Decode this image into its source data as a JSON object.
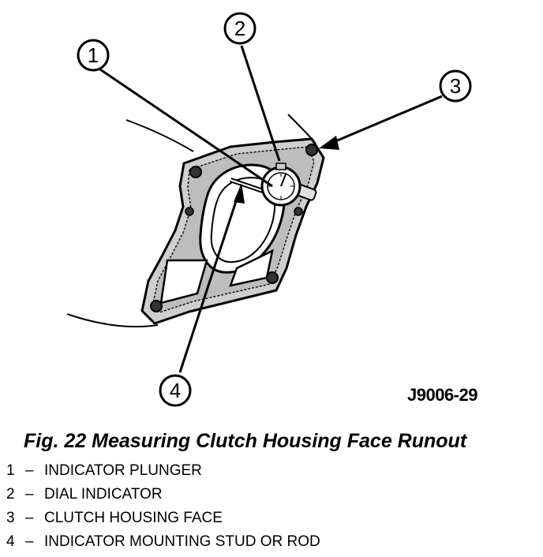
{
  "diagram": {
    "callouts": [
      "1",
      "2",
      "3",
      "4"
    ],
    "figure_code": "J9006-29"
  },
  "caption": "Fig. 22 Measuring Clutch Housing Face Runout",
  "legend": [
    {
      "num": "1",
      "dash": "–",
      "label": "INDICATOR PLUNGER"
    },
    {
      "num": "2",
      "dash": "–",
      "label": "DIAL INDICATOR"
    },
    {
      "num": "3",
      "dash": "–",
      "label": "CLUTCH HOUSING FACE"
    },
    {
      "num": "4",
      "dash": "–",
      "label": "INDICATOR MOUNTING STUD OR ROD"
    }
  ]
}
